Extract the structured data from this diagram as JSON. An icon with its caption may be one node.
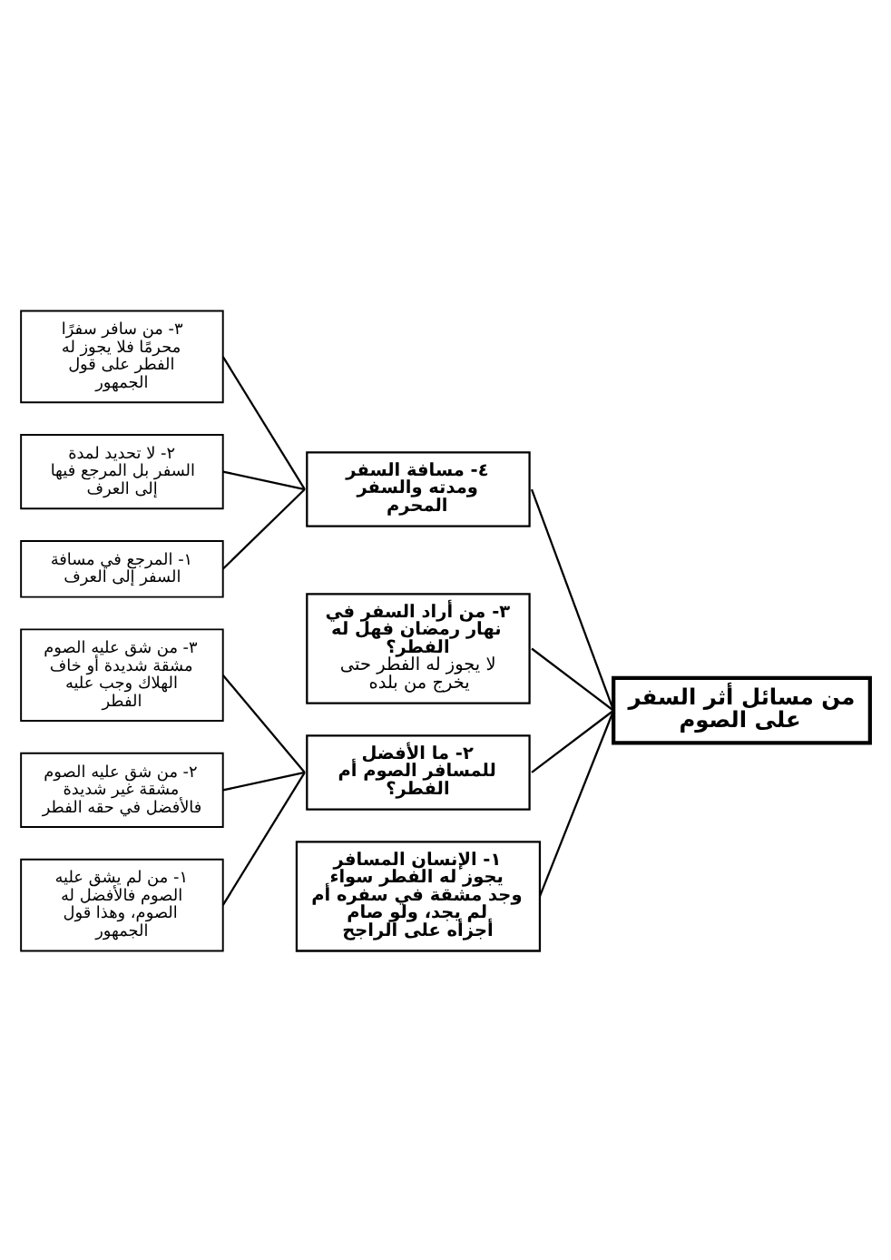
{
  "diagram": {
    "nodes": [
      {
        "text": [
          "من مسائل أثر السفر على الصوم"
        ]
      },
      {
        "text": [
          "١- الإنسان المسافر يجوز له الفطر سواء وجد مشقة في سفره أم لم يجد، ولو صام أجزأه على الراجح"
        ]
      },
      {
        "text": [
          "٢- ما الأفضل للمسافر الصوم أم الفطر؟"
        ]
      },
      {
        "text": [
          "١- من لم يشق عليه الصوم فالأفضل له الصوم، وهذا قول الجمهور"
        ]
      },
      {
        "text": [
          "٢- من شق عليه الصوم مشقة غير شديدة فالأفضل في حقه الفطر"
        ]
      },
      {
        "text": [
          "٣- من شق عليه الصوم مشقة شديدة أو خاف الهلاك وجب عليه الفطر"
        ]
      },
      {
        "text": [
          "٣- من أراد السفر في نهار رمضان فهل له الفطر؟",
          "لا يجوز له الفطر حتى يخرج من بلده"
        ]
      },
      {
        "text": [
          "٤- مسافة السفر ومدته والسفر المحرم"
        ]
      },
      {
        "text": [
          "١- المرجع في مسافة السفر إلى العرف"
        ]
      },
      {
        "text": [
          "٢- لا تحديد لمدة السفر بل المرجع فيها إلى العرف"
        ]
      },
      {
        "text": [
          "٣- من سافر سفرًا محرمًا فلا يجوز له الفطر على قول الجمهور"
        ]
      }
    ],
    "edges": [
      {
        "from": 0,
        "to": 7,
        "arrow": "none"
      },
      {
        "from": 0,
        "to": 6,
        "arrow": "none"
      },
      {
        "from": 0,
        "to": 2,
        "arrow": "none"
      },
      {
        "from": 0,
        "to": 1,
        "arrow": "none"
      },
      {
        "from": 7,
        "to": 10,
        "arrow": "none"
      },
      {
        "from": 7,
        "to": 9,
        "arrow": "none"
      },
      {
        "from": 7,
        "to": 8,
        "arrow": "none"
      },
      {
        "from": 2,
        "to": 5,
        "arrow": "none"
      },
      {
        "from": 2,
        "to": 4,
        "arrow": "none"
      },
      {
        "from": 2,
        "to": 3,
        "arrow": "none"
      }
    ]
  }
}
